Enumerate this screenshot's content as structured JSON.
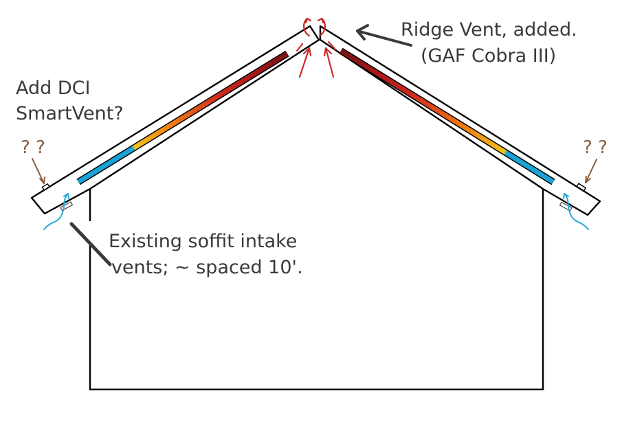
{
  "labels": {
    "ridge_vent_line1": "Ridge Vent, added.",
    "ridge_vent_line2": "(GAF Cobra III)",
    "smartvent_line1": "Add DCI",
    "smartvent_line2": "SmartVent?",
    "soffit_line1": "Existing soffit intake",
    "soffit_line2": "vents; ~ spaced 10'.",
    "question_left": "? ?",
    "question_right": "? ?"
  },
  "colors": {
    "outline": "#000000",
    "text": "#3a3a3a",
    "question_marks": "#8a5a3a",
    "airflow_out": "#cc2b2b",
    "airflow_in": "#2aa8d8",
    "pointer": "#3a3a3a",
    "heat_gradient": [
      "#1aa3d6",
      "#f2c21a",
      "#f07c14",
      "#cf2a1f",
      "#8c1414"
    ]
  },
  "icons": {
    "ridge_vent": "ridge-vent-exhaust-arrows",
    "soffit_vent": "soffit-intake-airflow-arrows",
    "pointer": "pointer-arrow"
  }
}
